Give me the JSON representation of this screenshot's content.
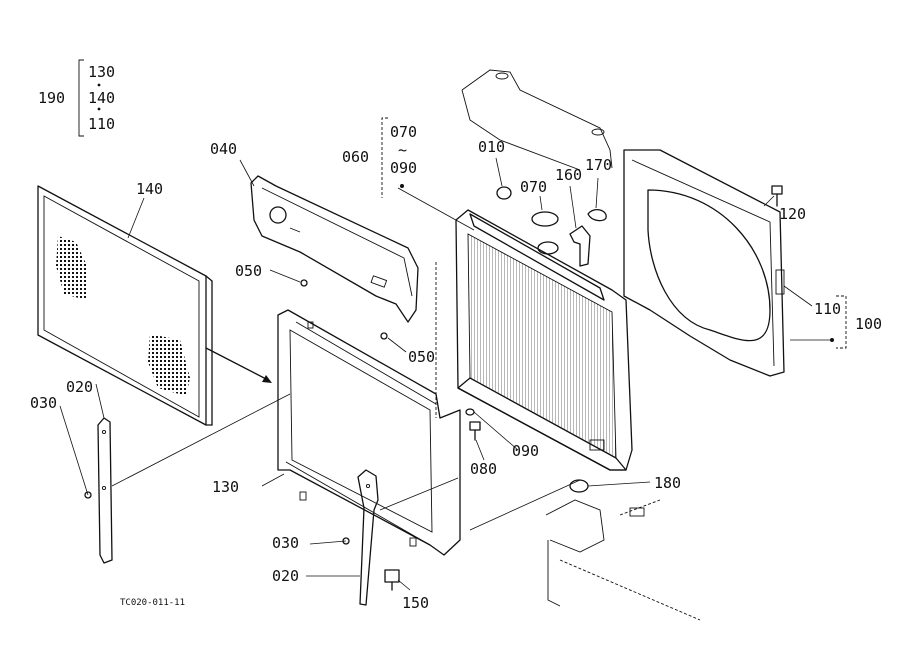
{
  "labels": {
    "l010": "010",
    "l020a": "020",
    "l020b": "020",
    "l030a": "030",
    "l030b": "030",
    "l040": "040",
    "l050a": "050",
    "l050b": "050",
    "l060": "060",
    "l070": "070",
    "l080": "080",
    "l090": "090",
    "l100": "100",
    "l110": "110",
    "l120": "120",
    "l130": "130",
    "l140": "140",
    "l150": "150",
    "l160": "160",
    "l170": "170",
    "l180": "180",
    "l190": "190"
  },
  "groups": {
    "g190": [
      "130",
      "140",
      "110"
    ],
    "g060": {
      "from": "070",
      "tilde": "~",
      "to": "090"
    }
  },
  "reference_code": "TC020-011-11"
}
